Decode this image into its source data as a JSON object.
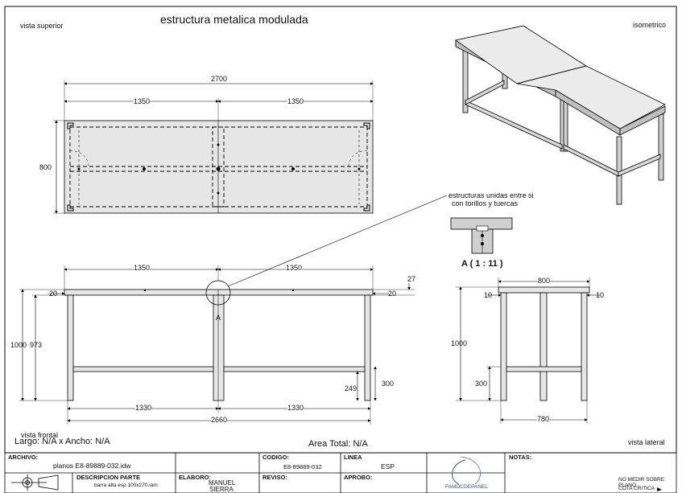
{
  "title": "estructura metalica modulada",
  "views": {
    "top": "vista superior",
    "iso": "isometrico",
    "front": "vista frontal",
    "side": "vista lateral"
  },
  "dims_top": {
    "total": "2700",
    "half_left": "1350",
    "half_right": "1350",
    "depth": "800"
  },
  "dims_front": {
    "half_left": "1350",
    "half_right": "1350",
    "thickness": "27",
    "offset_left": "20",
    "offset_right": "20",
    "height": "1000",
    "leg_height": "973",
    "bar_height_left": "249",
    "bar_height_right": "300",
    "bottom_left": "1330",
    "bottom_right": "1330",
    "bottom_total": "2660",
    "section_mark": "A"
  },
  "dims_side": {
    "width_top": "800",
    "offset_left": "10",
    "offset_right": "10",
    "height": "1000",
    "bar_height": "300",
    "width_bottom": "780"
  },
  "detail": {
    "note_line1": "estructuras unidas entre si",
    "note_line2": "con torillos y tuercas",
    "label": "A ( 1 : 11 )"
  },
  "info": {
    "size": "Largo: N/A x Ancho: N/A",
    "area": "Area Total: N/A"
  },
  "title_block": {
    "archivo_label": "ARCHIVO:",
    "archivo": "planos E8-89889-032.idw",
    "codigo_label": "CODIGO:",
    "codigo": "E8-89889-032",
    "linea_label": "LINEA",
    "linea": "ESP",
    "desc_label": "DESCRIPCION PARTE",
    "desc": "barra alta esp 100x270.iam",
    "elaboro_label": "ELABORO:",
    "elaboro_1": "MANUEL",
    "elaboro_2": "SIERRA",
    "reviso_label": "REVISO:",
    "aprobo_label": "APROBO:",
    "company": "FAMOCDEPANEL",
    "notas_label": "NOTAS:",
    "note_1": "NO MEDIR SOBRE PLANO",
    "note_2": "COTA CRITICA"
  }
}
